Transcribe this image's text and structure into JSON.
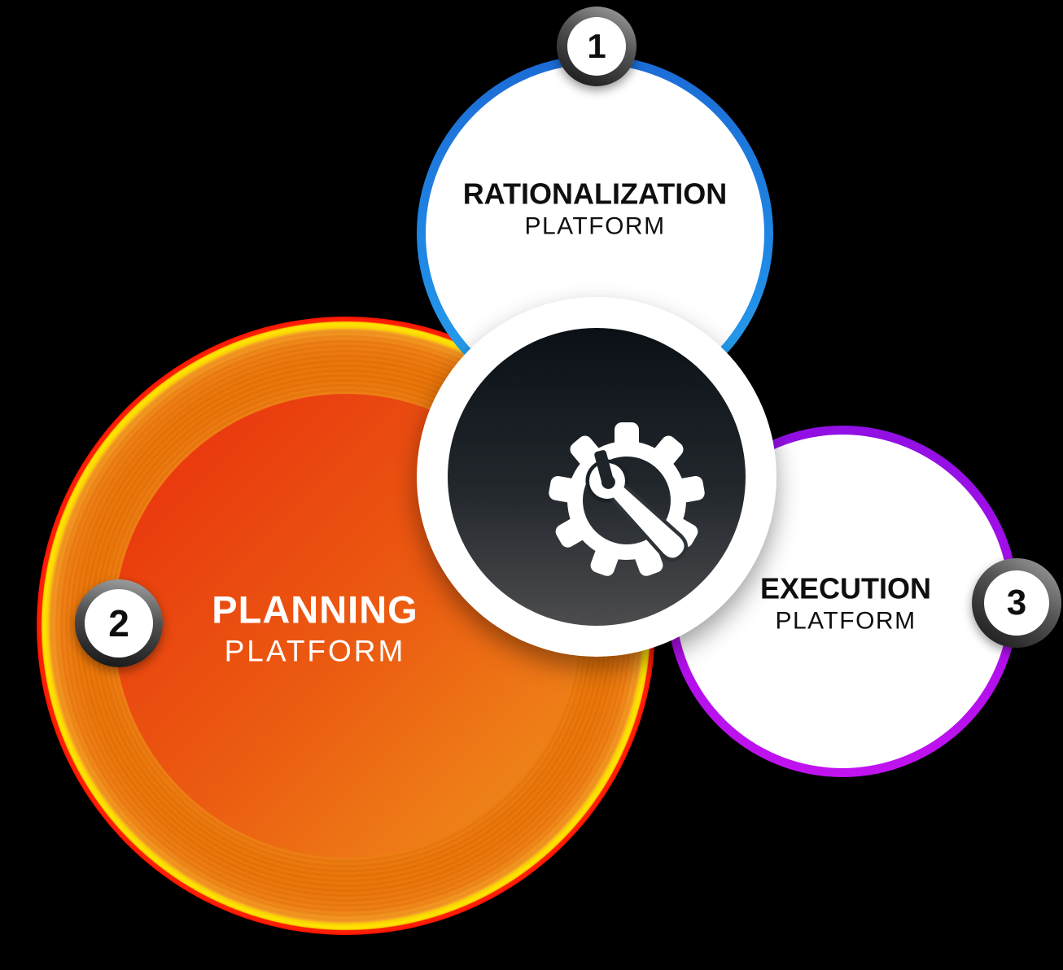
{
  "title": "Platform circles diagram",
  "theme": {
    "canvas_bg": "#000000",
    "node_fill": "#ffffff",
    "text_dark": "#0f0f0f",
    "text_light": "#ffffff",
    "blue_top": "#1c6bd6",
    "blue_bottom": "#2aa6ef",
    "purple_top": "#9110e4",
    "purple_bottom": "#c113f0",
    "band_orange": "#ed7c12",
    "band_orange_dark": "#e87307",
    "ring_yellow": "#ffe100",
    "ring_red": "#ff1502",
    "disc_red": "#e92e0e",
    "disc_mid": "#eb5a11",
    "disc_orange": "#f0921b",
    "hub_top": "#0a1016",
    "hub_mid": "#23282d",
    "hub_bottom": "#4c4c4e",
    "badge_light": "#a8a8a8",
    "badge_dark": "#141414",
    "icon_white": "#ffffff"
  },
  "hub": {
    "icon": "gear-wrench-icon"
  },
  "nodes": [
    {
      "id": "rationalization",
      "number": "1",
      "title": "RATIONALIZATION",
      "subtitle": "PLATFORM",
      "accent_top": "#1c6bd6",
      "accent_bottom": "#2aa6ef"
    },
    {
      "id": "planning",
      "number": "2",
      "title": "PLANNING",
      "subtitle": "PLATFORM",
      "disc_gradient": [
        "#e92e0e",
        "#f0921b"
      ],
      "edge_rings": [
        "#ffe100",
        "#ff1502"
      ]
    },
    {
      "id": "execution",
      "number": "3",
      "title": "EXECUTION",
      "subtitle": "PLATFORM",
      "accent_top": "#9110e4",
      "accent_bottom": "#c113f0"
    }
  ]
}
